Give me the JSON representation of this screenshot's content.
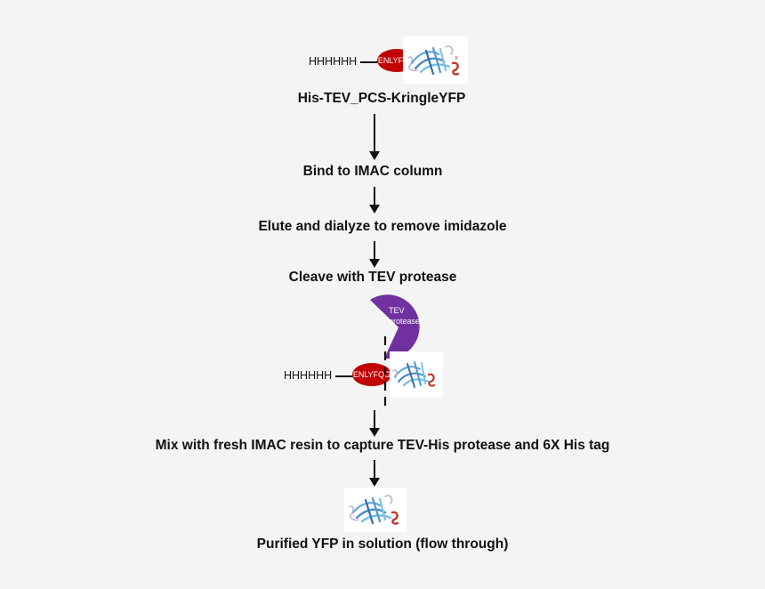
{
  "top_construct": {
    "his_tag": "HHHHHH",
    "tev_site": "ENLYFQG",
    "name": "His-TEV_PCS-KringleYFP"
  },
  "steps": [
    "Bind to IMAC column",
    "Elute and dialyze to remove imidazole",
    "Cleave with TEV protease",
    "Mix with fresh IMAC resin to capture TEV-His protease and 6X His tag",
    "Purified YFP in solution (flow through)"
  ],
  "tev_protease": {
    "label_line1": "TEV",
    "label_line2": "protease",
    "color": "#7030a0"
  },
  "cleavage_construct": {
    "his_tag": "HHHHHH",
    "tev_site": "ENLYFQG"
  },
  "colors": {
    "tev_site": "#c00000",
    "tev_protease": "#7030a0"
  }
}
